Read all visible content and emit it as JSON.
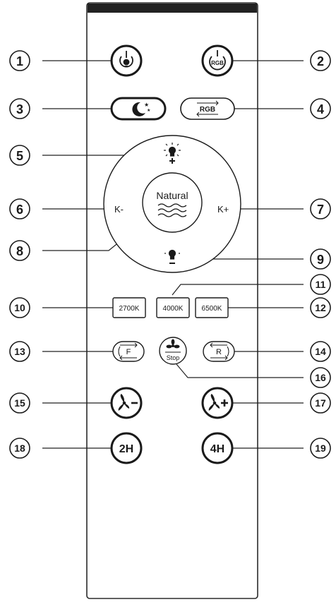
{
  "callouts": [
    "1",
    "2",
    "3",
    "4",
    "5",
    "6",
    "7",
    "8",
    "9",
    "10",
    "11",
    "12",
    "13",
    "14",
    "15",
    "16",
    "17",
    "18",
    "19"
  ],
  "buttons": {
    "power": "",
    "rgb_power": "RGB",
    "night": "",
    "rgb_cycle": "RGB",
    "k_minus": "K-",
    "k_plus": "K+",
    "natural": "Natural",
    "k2700": "2700K",
    "k4000": "4000K",
    "k6500": "6500K",
    "fan_stop": "Stop",
    "forward": "F",
    "reverse": "R",
    "timer_2h": "2H",
    "timer_4h": "4H"
  },
  "colors": {
    "ink": "#1a1a1a",
    "remote_body": "#ffffff",
    "top_bar": "#222222"
  }
}
